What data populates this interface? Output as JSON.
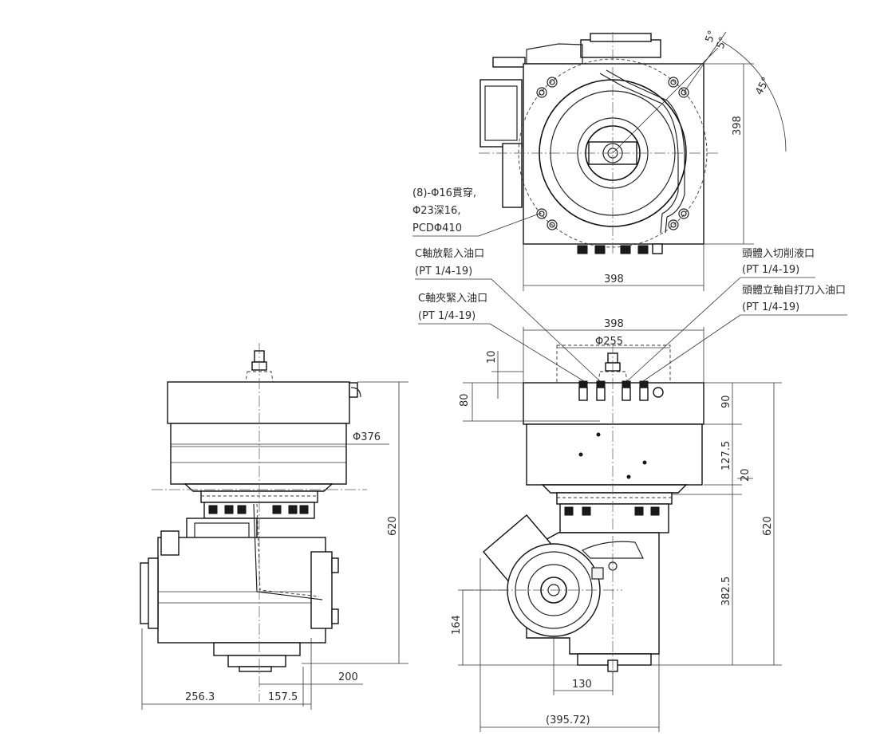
{
  "top_view": {
    "width_label": "398",
    "height_label": "398",
    "angle_label": "45°",
    "angle_small_a": "5°",
    "angle_small_b": "5°",
    "hole_note": [
      "(8)-Φ16貫穿,",
      "Φ23深16,",
      "PCDΦ410"
    ],
    "cutting_port": {
      "name": "頭體入切削液口",
      "spec": "(PT 1/4-19)"
    },
    "spindle_release_port": {
      "name": "C軸放鬆入油口",
      "spec": "(PT 1/4-19)"
    },
    "auto_tool_port": {
      "name": "頭體立軸自打刀入油口",
      "spec": "(PT 1/4-19)"
    },
    "spindle_clamp_port": {
      "name": "C軸夾緊入油口",
      "spec": "(PT 1/4-19)"
    }
  },
  "left_view": {
    "diameter_label": "Φ376",
    "height_label": "620",
    "dim_200": "200",
    "dim_256": "256.3",
    "dim_157": "157.5"
  },
  "front_view": {
    "width_398": "398",
    "diameter_255": "Φ255",
    "dim_10": "10",
    "dim_80": "80",
    "dim_90": "90",
    "dim_127": "127.5",
    "dim_20": "20",
    "dim_620": "620",
    "dim_382": "382.5",
    "dim_164": "164",
    "dim_130": "130",
    "dim_395": "(395.72)"
  }
}
